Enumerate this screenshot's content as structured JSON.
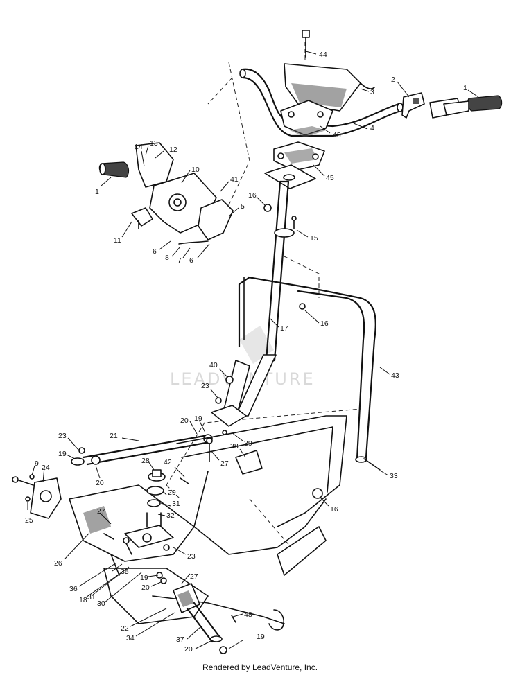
{
  "watermark": "LEADVENTURE",
  "footer": "Rendered by LeadVenture, Inc.",
  "callouts": [
    "44",
    "3",
    "2",
    "1",
    "4",
    "45",
    "45",
    "14",
    "13",
    "12",
    "10",
    "1",
    "41",
    "16",
    "5",
    "11",
    "6",
    "8",
    "7",
    "6",
    "15",
    "17",
    "16",
    "43",
    "40",
    "23",
    "20",
    "19",
    "21",
    "39",
    "38",
    "27",
    "23",
    "19",
    "20",
    "9",
    "24",
    "28",
    "42",
    "33",
    "16",
    "25",
    "29",
    "31",
    "32",
    "27",
    "26",
    "23",
    "35",
    "19",
    "20",
    "36",
    "18",
    "31",
    "30",
    "27",
    "22",
    "48",
    "34",
    "37",
    "19",
    "20"
  ]
}
